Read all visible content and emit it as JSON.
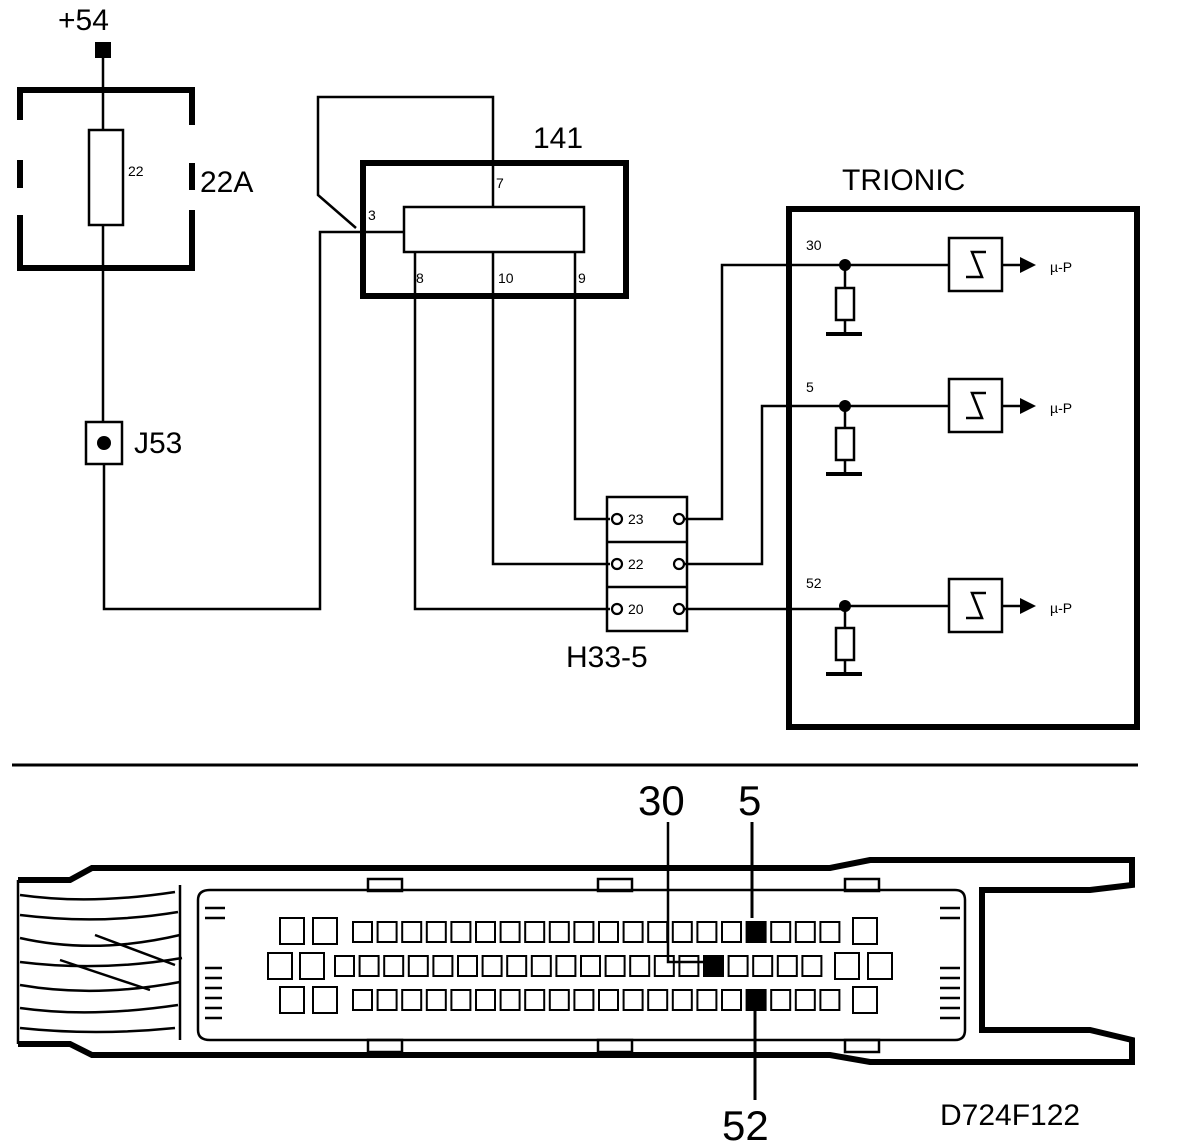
{
  "top_diagram": {
    "supply_label": "+54",
    "fuse": {
      "number": "22",
      "label": "22A"
    },
    "junction_label": "J53",
    "component": {
      "label": "141",
      "pins": [
        "7",
        "3",
        "8",
        "10",
        "9"
      ]
    },
    "connector": {
      "label": "H33-5",
      "pins": [
        "23",
        "22",
        "20"
      ]
    },
    "ecu": {
      "label": "TRIONIC",
      "channels": [
        {
          "pin": "30",
          "output": "µ-P"
        },
        {
          "pin": "5",
          "output": "µ-P"
        },
        {
          "pin": "52",
          "output": "µ-P"
        }
      ]
    }
  },
  "bottom_diagram": {
    "pin_callouts": [
      "30",
      "5",
      "52"
    ],
    "drawing_code": "D724F122"
  }
}
